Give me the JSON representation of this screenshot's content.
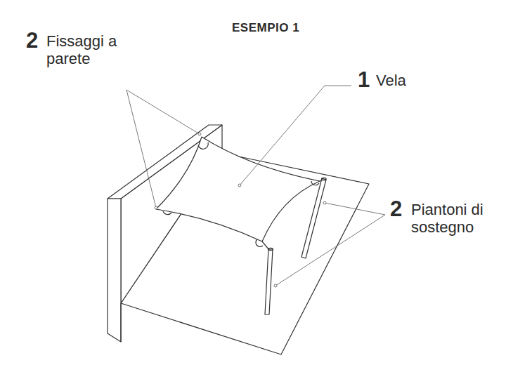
{
  "diagram": {
    "title": "ESEMPIO 1",
    "labels": [
      "2",
      "Fissaggi a parete",
      "1",
      "Vela",
      "2",
      "Piantoni di sostegno"
    ]
  }
}
